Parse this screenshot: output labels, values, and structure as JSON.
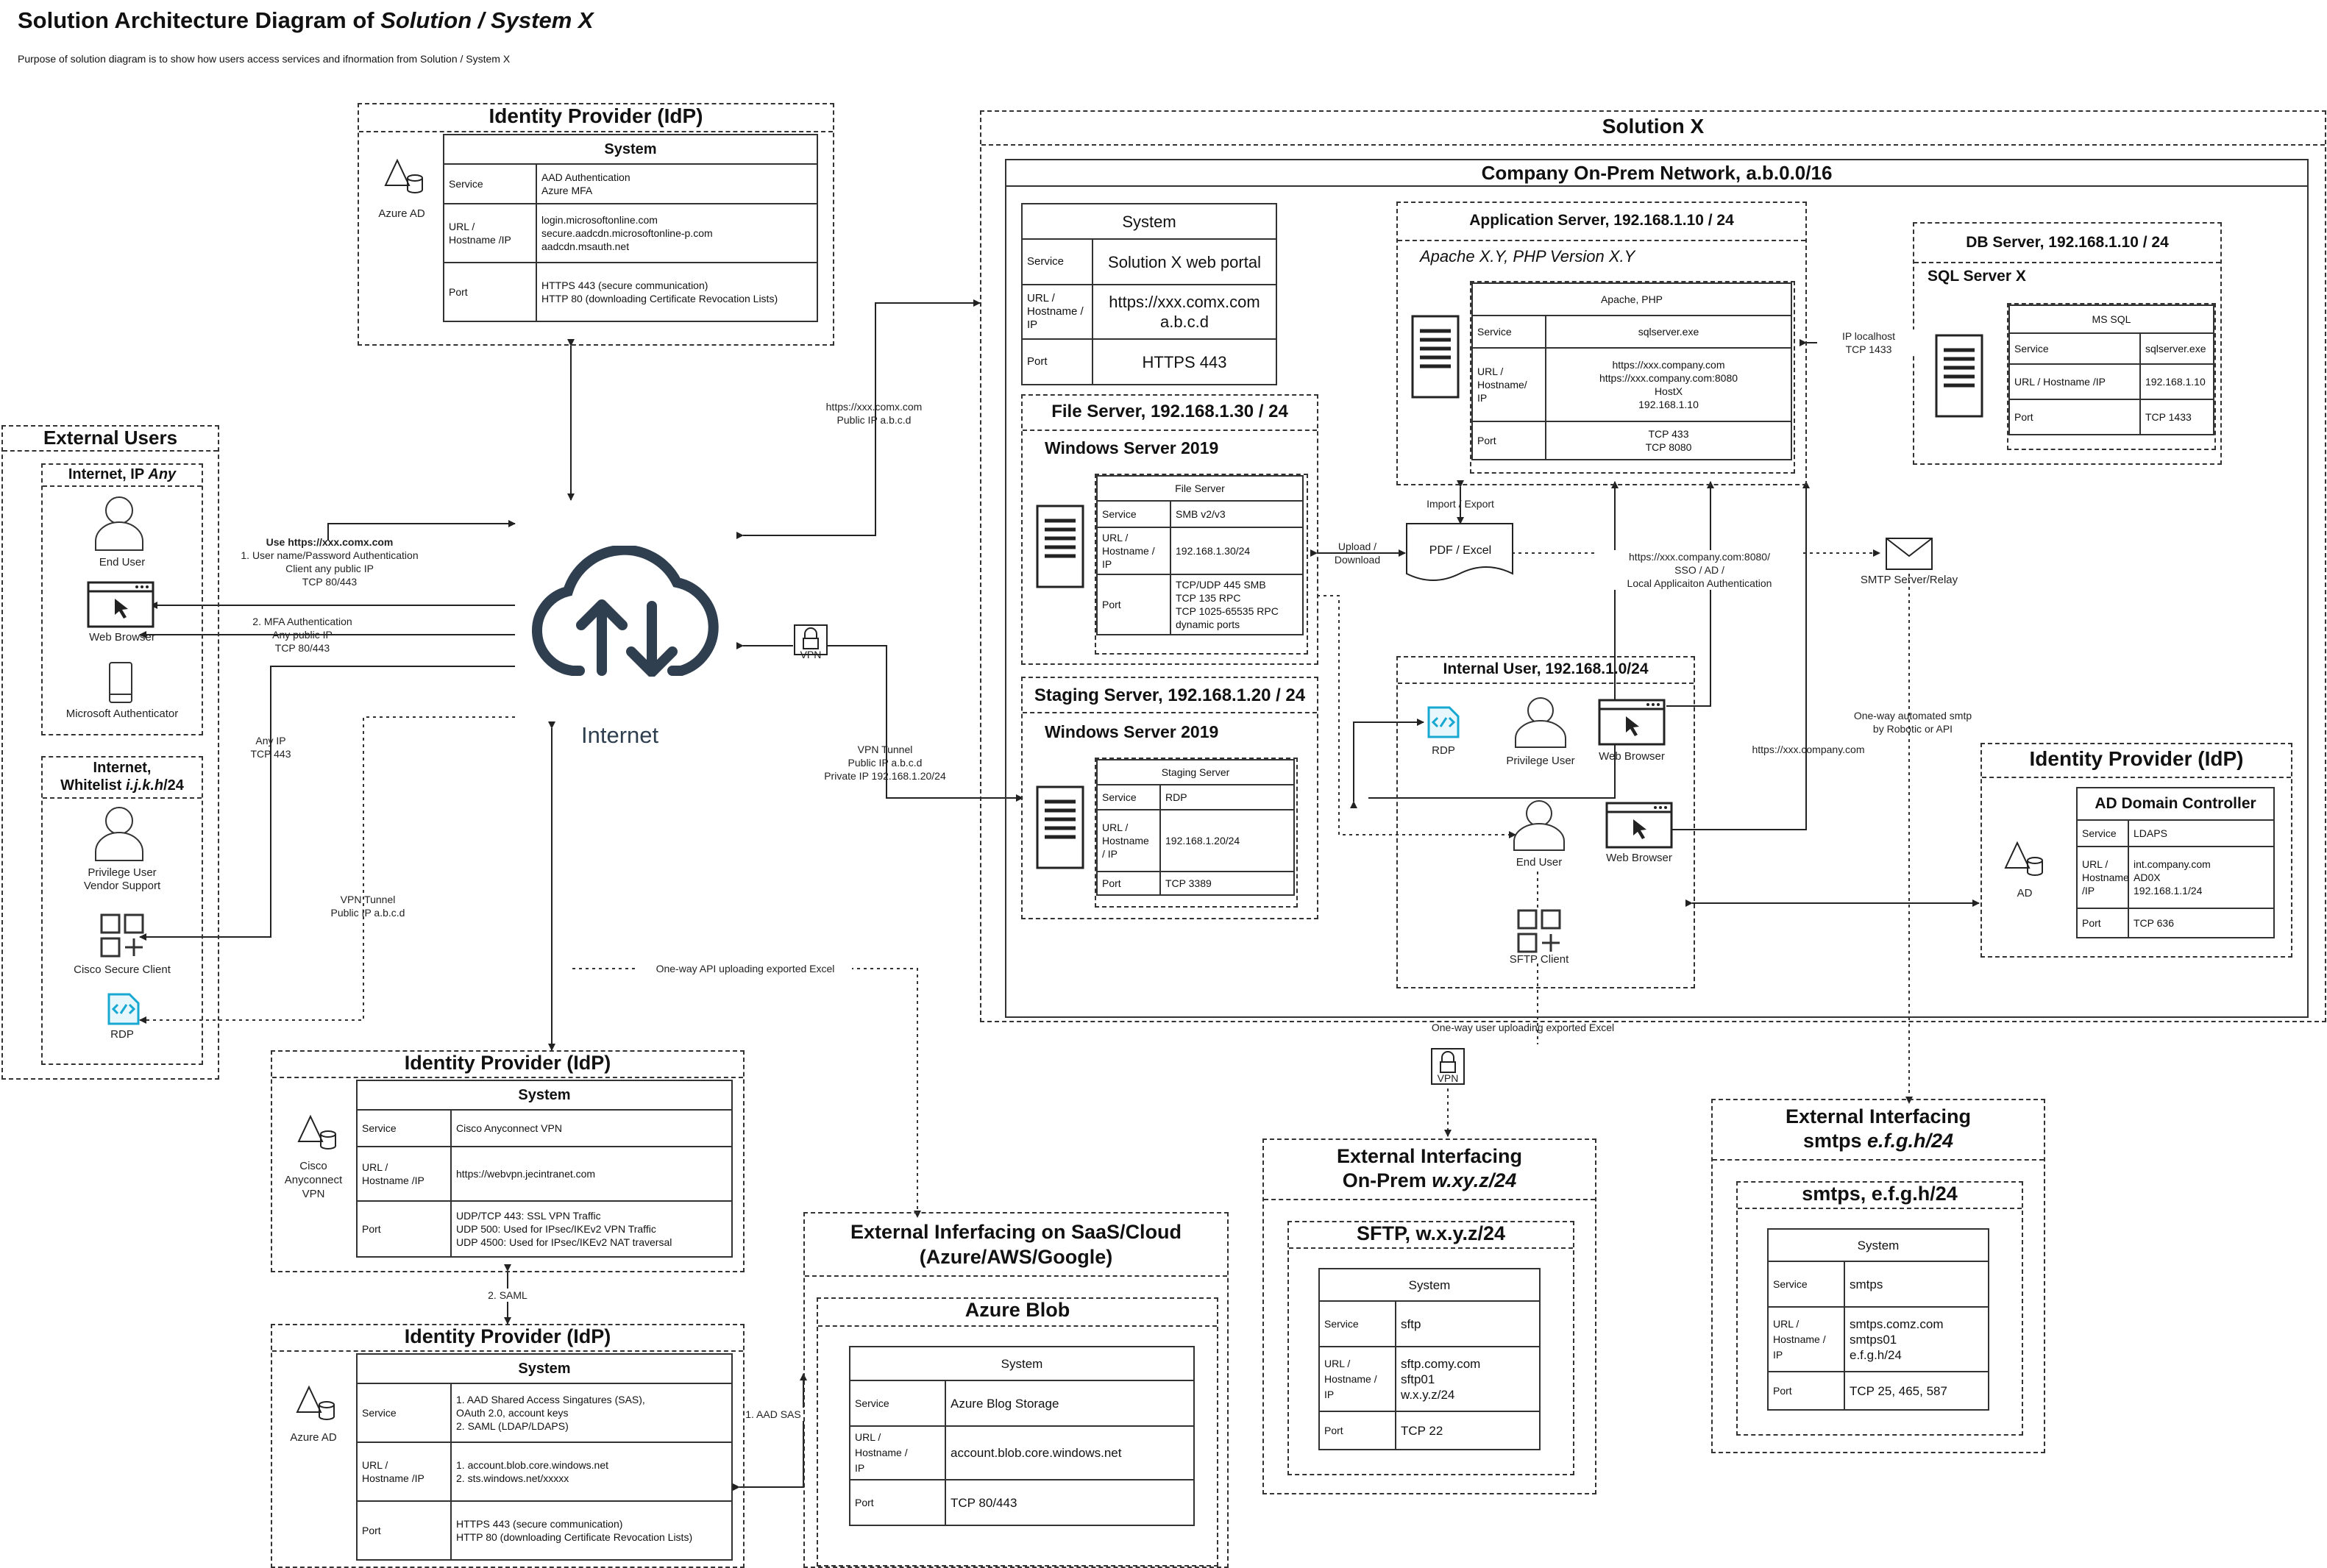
{
  "header": {
    "title_prefix": "Solution Architecture Diagram of ",
    "title_system": "Solution / System X",
    "subtitle": "Purpose of solution diagram is to show how users access services and ifnormation from Solution / System X"
  },
  "idp_top": {
    "title": "Identity Provider (IdP)",
    "icon_label": "Azure AD",
    "table_title": "System",
    "rows": [
      {
        "k": "Service",
        "v": "AAD Authentication\nAzure MFA"
      },
      {
        "k": "URL /\nHostname /IP",
        "v": "login.microsoftonline.com\nsecure.aadcdn.microsoftonline-p.com\naadcdn.msauth.net"
      },
      {
        "k": "Port",
        "v": "HTTPS 443 (secure communication)\nHTTP 80 (downloading Certificate Revocation Lists)"
      }
    ]
  },
  "external_users": {
    "title": "External Users",
    "internet_any": {
      "title_prefix": "Internet, IP ",
      "title_em": "Any",
      "end_user": "End User",
      "web_browser": "Web Browser",
      "authenticator": "Microsoft Authenticator"
    },
    "whitelist": {
      "title_line1": "Internet,",
      "title_prefix": "Whitelist ",
      "title_em": "i.j.k.h",
      "title_suffix": "/24",
      "priv_user": "Privilege User\nVendor Support",
      "cisco_client": "Cisco Secure Client",
      "rdp": "RDP"
    }
  },
  "internet": {
    "label": "Internet",
    "vpn": "VPN"
  },
  "conn_notes": {
    "use_https_title": "Use https://xxx.comx.com",
    "use_https_body": "1. User name/Password Authentication\nClient any public IP\nTCP 80/443",
    "mfa": "2. MFA Authentication\nAny public IP\nTCP 80/443",
    "any_ip": "Any IP\nTCP 443",
    "vpn_tunnel_left": "VPN Tunnel\nPublic IP a.b.c.d",
    "public_url": "https://xxx.comx.com\nPublic IP a.b.c.d",
    "vpn_tunnel_right": "VPN Tunnel\nPublic IP a.b.c.d\nPrivate IP 192.168.1.20/24",
    "one_way_api": "One-way API uploading exported Excel",
    "saml": "2. SAML",
    "aad_sas": "1. AAD SAS",
    "one_way_user": "One-way user uploading exported Excel",
    "one_way_smtp": "One-way automated smtp\nby Robotic or API",
    "https_company": "https://xxx.company.com",
    "upload": "Upload /\nDownload",
    "import_export": "Import / Export",
    "local_auth": "https://xxx.company.com:8080/\nSSO / AD /\nLocal Applicaiton Authentication",
    "ip_localhost": "IP localhost\nTCP 1433"
  },
  "solution_x": {
    "title": "Solution X",
    "network_title": "Company On-Prem Network, a.b.0.0/16",
    "system_table": {
      "title": "System",
      "rows": [
        {
          "k": "Service",
          "v": "Solution X web portal"
        },
        {
          "k": "URL /\nHostname /\nIP",
          "v": "https://xxx.comx.com\na.b.c.d"
        },
        {
          "k": "Port",
          "v": "HTTPS 443"
        }
      ]
    },
    "file_server": {
      "title": "File Server, 192.168.1.30 / 24",
      "os": "Windows Server 2019",
      "table_title": "File Server",
      "rows": [
        {
          "k": "Service",
          "v": "SMB v2/v3"
        },
        {
          "k": "URL /\nHostname /\nIP",
          "v": "192.168.1.30/24"
        },
        {
          "k": "Port",
          "v": "TCP/UDP 445 SMB\nTCP 135 RPC\nTCP 1025-65535 RPC\ndynamic ports"
        }
      ]
    },
    "staging_server": {
      "title": "Staging Server, 192.168.1.20 / 24",
      "os": "Windows Server 2019",
      "table_title": "Staging Server",
      "rows": [
        {
          "k": "Service",
          "v": "RDP"
        },
        {
          "k": "URL /\nHostname\n/ IP",
          "v": "192.168.1.20/24"
        },
        {
          "k": "Port",
          "v": "TCP 3389"
        }
      ]
    },
    "app_server": {
      "title": "Application Server, 192.168.1.10 / 24",
      "subtitle": "Apache X.Y, PHP Version X.Y",
      "table_title": "Apache, PHP",
      "rows": [
        {
          "k": "Service",
          "v": "sqlserver.exe"
        },
        {
          "k": "URL /\nHostname/\nIP",
          "v": "https://xxx.company.com\nhttps://xxx.company.com:8080\nHostX\n192.168.1.10"
        },
        {
          "k": "Port",
          "v": "TCP 433\nTCP 8080"
        }
      ]
    },
    "db_server": {
      "title": "DB Server, 192.168.1.10 / 24",
      "subtitle": "SQL Server X",
      "table_title": "MS SQL",
      "rows": [
        {
          "k": "Service",
          "v": "sqlserver.exe"
        },
        {
          "k": "URL / Hostname /IP",
          "v": "192.168.1.10"
        },
        {
          "k": "Port",
          "v": "TCP 1433"
        }
      ]
    },
    "pdf_excel": "PDF / Excel",
    "smtp_relay": "SMTP Server/Relay",
    "internal_user": {
      "title": "Internal User, 192.168.1.0/24",
      "rdp": "RDP",
      "priv_user": "Privilege User",
      "web_browser_1": "Web Browser",
      "end_user": "End User",
      "web_browser_2": "Web Browser",
      "sftp_client": "SFTP Client"
    }
  },
  "idp_right": {
    "title": "Identity Provider (IdP)",
    "icon_label": "AD",
    "table_title": "AD Domain Controller",
    "rows": [
      {
        "k": "Service",
        "v": "LDAPS"
      },
      {
        "k": "URL /\nHostname\n/IP",
        "v": "int.company.com\nAD0X\n192.168.1.1/24"
      },
      {
        "k": "Port",
        "v": "TCP 636"
      }
    ]
  },
  "idp_vpn": {
    "title": "Identity Provider (IdP)",
    "icon_label": "Cisco\nAnyconnect\nVPN",
    "table_title": "System",
    "rows": [
      {
        "k": "Service",
        "v": "Cisco Anyconnect VPN"
      },
      {
        "k": "URL /\nHostname /IP",
        "v": "https://webvpn.jecintranet.com"
      },
      {
        "k": "Port",
        "v": "UDP/TCP 443: SSL VPN Traffic\nUDP 500: Used for IPsec/IKEv2 VPN Traffic\nUDP 4500: Used for IPsec/IKEv2 NAT traversal"
      }
    ]
  },
  "idp_bottom": {
    "title": "Identity Provider (IdP)",
    "icon_label": "Azure AD",
    "table_title": "System",
    "rows": [
      {
        "k": "Service",
        "v": "1. AAD Shared Access Singatures (SAS),\nOAuth 2.0, account keys\n2. SAML (LDAP/LDAPS)"
      },
      {
        "k": "URL /\nHostname /IP",
        "v": "1. account.blob.core.windows.net\n2. sts.windows.net/xxxxx"
      },
      {
        "k": "Port",
        "v": "HTTPS 443 (secure communication)\nHTTP 80 (downloading Certificate Revocation Lists)"
      }
    ]
  },
  "saas": {
    "title": "External Inferfacing on SaaS/Cloud\n(Azure/AWS/Google)",
    "sub_title": "Azure Blob",
    "table_title": "System",
    "rows": [
      {
        "k": "Service",
        "v": "Azure Blog Storage"
      },
      {
        "k": "URL /\nHostname /\nIP",
        "v": "account.blob.core.windows.net"
      },
      {
        "k": "Port",
        "v": "TCP 80/443"
      }
    ]
  },
  "onprem_ext": {
    "title_line1": "External Interfacing",
    "title_prefix": "On-Prem ",
    "title_em": "w.xy.z/24",
    "sub_title": "SFTP, w.x.y.z/24",
    "vpn": "VPN",
    "table_title": "System",
    "rows": [
      {
        "k": "Service",
        "v": "sftp"
      },
      {
        "k": "URL /\nHostname /\nIP",
        "v": "sftp.comy.com\nsftp01\nw.x.y.z/24"
      },
      {
        "k": "Port",
        "v": "TCP 22"
      }
    ]
  },
  "smtps_ext": {
    "title_line1": "External Interfacing",
    "title_prefix": "smtps ",
    "title_em": "e.f.g.h/24",
    "sub_title": "smtps, e.f.g.h/24",
    "table_title": "System",
    "rows": [
      {
        "k": "Service",
        "v": "smtps"
      },
      {
        "k": "URL /\nHostname /\nIP",
        "v": "smtps.comz.com\nsmtps01\ne.f.g.h/24"
      },
      {
        "k": "Port",
        "v": "TCP 25, 465, 587"
      }
    ]
  }
}
